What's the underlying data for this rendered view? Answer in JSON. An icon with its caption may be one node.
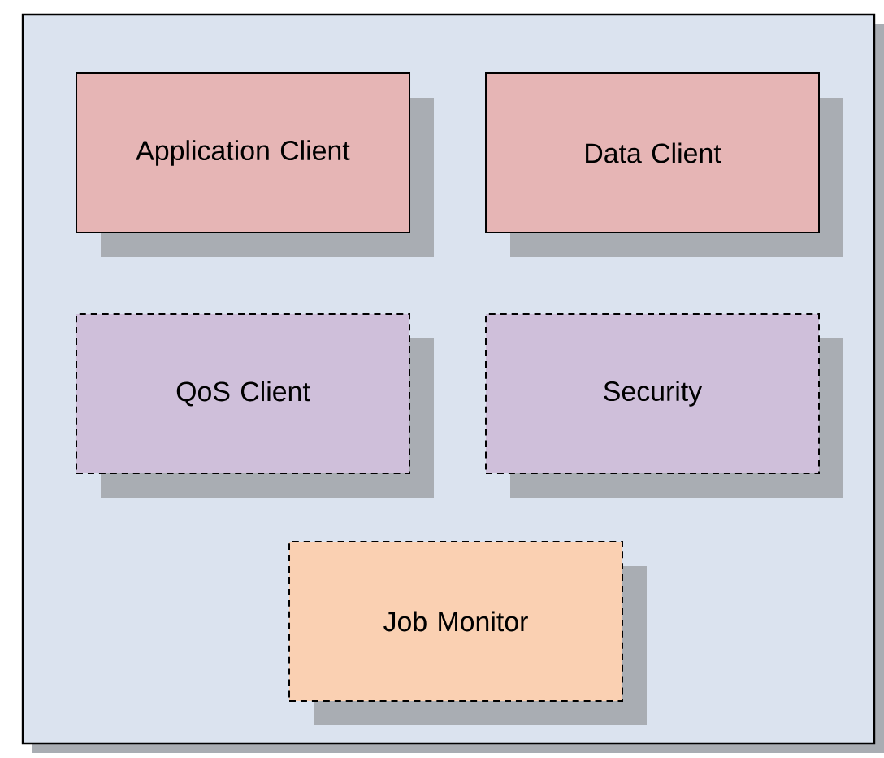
{
  "diagram": {
    "nodes": [
      {
        "text": [],
        "shape": "box"
      },
      {
        "text": [
          "Application Client"
        ],
        "in": 0
      },
      {
        "text": [
          "Data Client"
        ],
        "in": 0
      },
      {
        "text": [
          "QoS Client"
        ],
        "in": 0
      },
      {
        "text": [
          "Security"
        ],
        "in": 0
      },
      {
        "text": [
          "Job Monitor"
        ],
        "in": 0
      }
    ]
  }
}
